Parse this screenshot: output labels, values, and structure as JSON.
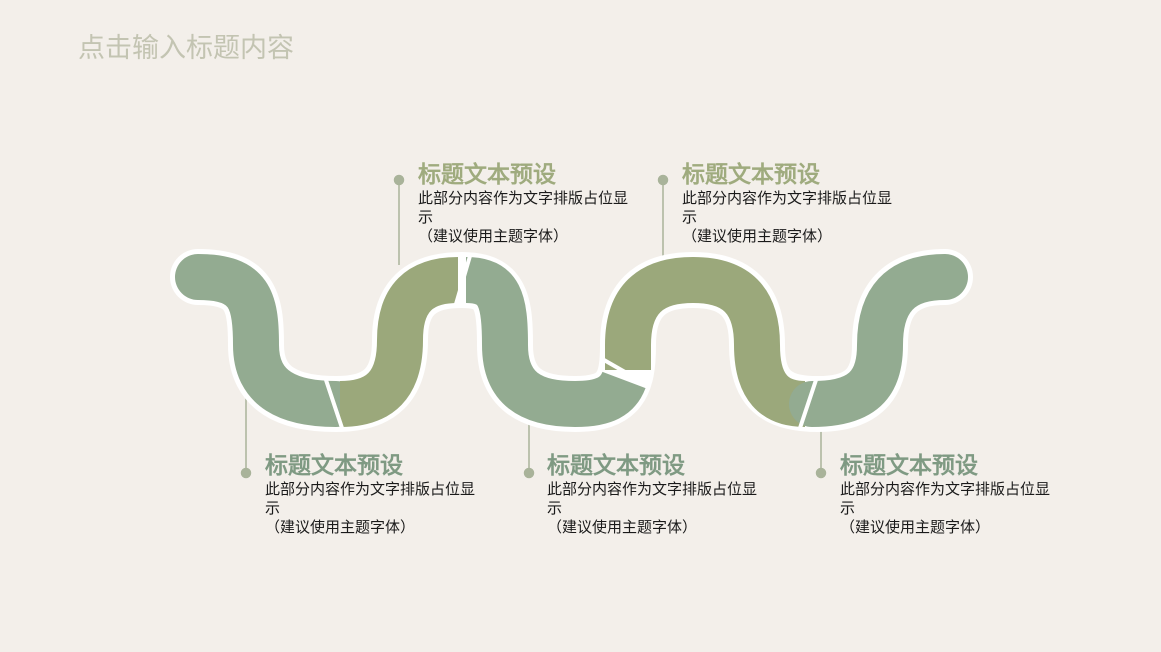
{
  "page": {
    "title": "点击输入标题内容"
  },
  "colors": {
    "background": "#f3efea",
    "title": "#c3c4b2",
    "sage_green": "#93ab91",
    "olive_green": "#9ba87b",
    "connector": "#a9b39a"
  },
  "items": [
    {
      "position": "bottom",
      "title": "标题文本预设",
      "description": "此部分内容作为文字排版占位显示",
      "note": "（建议使用主题字体）"
    },
    {
      "position": "top",
      "title": "标题文本预设",
      "description": "此部分内容作为文字排版占位显示",
      "note": "（建议使用主题字体）"
    },
    {
      "position": "bottom",
      "title": "标题文本预设",
      "description": "此部分内容作为文字排版占位显示",
      "note": "（建议使用主题字体）"
    },
    {
      "position": "top",
      "title": "标题文本预设",
      "description": "此部分内容作为文字排版占位显示",
      "note": "（建议使用主题字体）"
    },
    {
      "position": "bottom",
      "title": "标题文本预设",
      "description": "此部分内容作为文字排版占位显示",
      "note": "（建议使用主题字体）"
    }
  ]
}
